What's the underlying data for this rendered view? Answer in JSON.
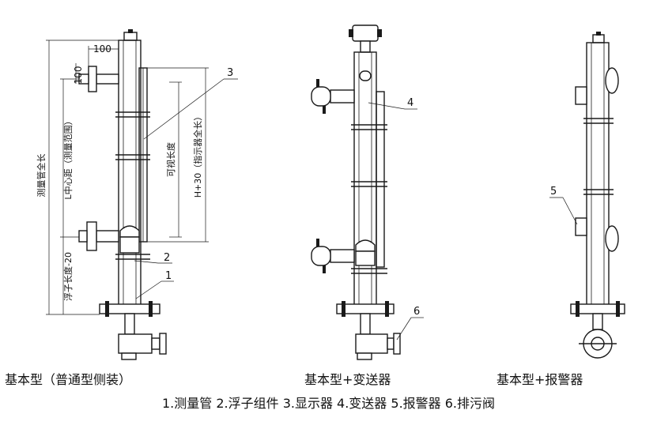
{
  "captions": {
    "basic_side": "基本型（普通型侧装）",
    "transmitter": "基本型+变送器",
    "alarm": "基本型+报警器"
  },
  "legend": "1.测量管  2.浮子组件  3.显示器  4.变送器  5.报警器  6.排污阀",
  "dimensions": {
    "dim_100_h": "100",
    "dim_100_v": "100",
    "tube_total_length": "测量管全长",
    "center_distance": "L中心距（测量范围）",
    "float_length": "浮子长度-20",
    "visible_length": "可视长度",
    "indicator_length": "H+30（指示器全长）"
  },
  "callouts": {
    "c1": "1",
    "c2": "2",
    "c3": "3",
    "c4": "4",
    "c5": "5",
    "c6": "6"
  }
}
